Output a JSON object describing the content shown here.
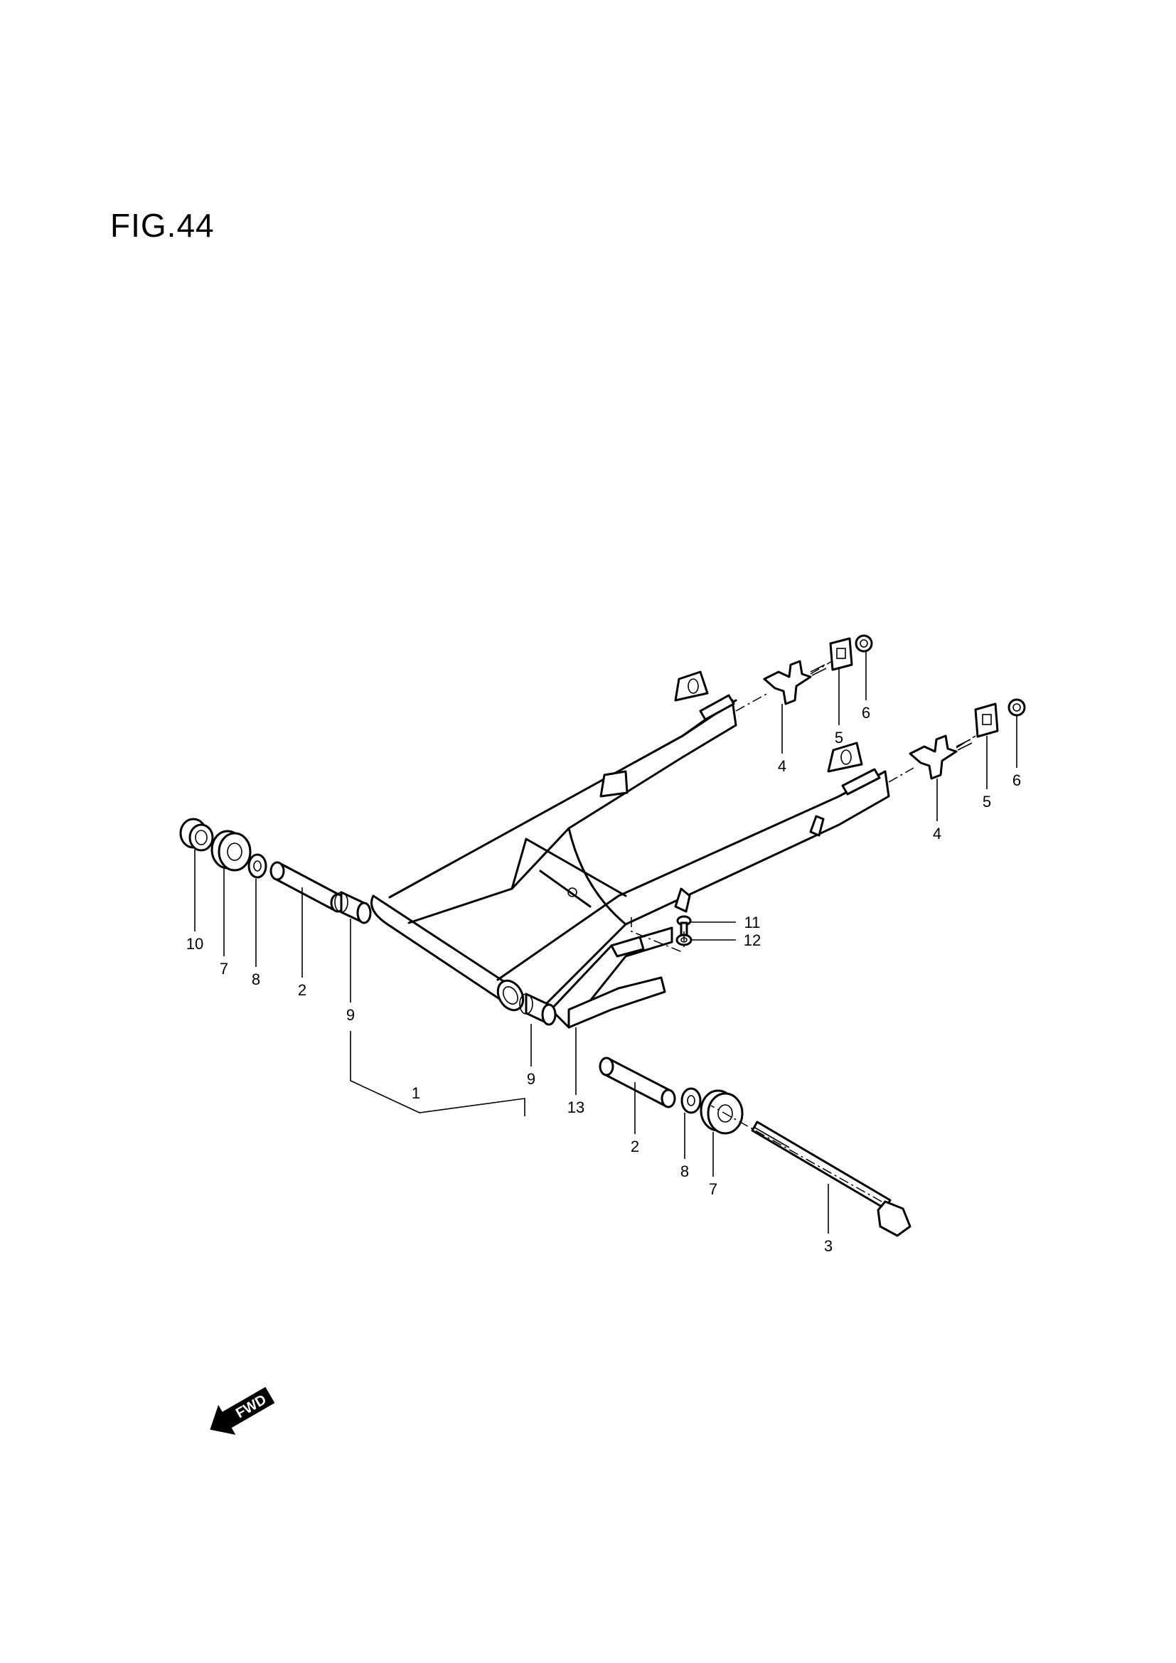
{
  "figure": {
    "title": "FIG.44"
  },
  "callouts": [
    {
      "id": "c10",
      "text": "10"
    },
    {
      "id": "c7a",
      "text": "7"
    },
    {
      "id": "c8a",
      "text": "8"
    },
    {
      "id": "c2a",
      "text": "2"
    },
    {
      "id": "c9a",
      "text": "9"
    },
    {
      "id": "c9b",
      "text": "9"
    },
    {
      "id": "c1",
      "text": "1"
    },
    {
      "id": "c13",
      "text": "13"
    },
    {
      "id": "c2b",
      "text": "2"
    },
    {
      "id": "c8b",
      "text": "8"
    },
    {
      "id": "c7b",
      "text": "7"
    },
    {
      "id": "c3",
      "text": "3"
    },
    {
      "id": "c11",
      "text": "11"
    },
    {
      "id": "c12",
      "text": "12"
    },
    {
      "id": "c4a",
      "text": "4"
    },
    {
      "id": "c5a",
      "text": "5"
    },
    {
      "id": "c6a",
      "text": "6"
    },
    {
      "id": "c4b",
      "text": "4"
    },
    {
      "id": "c5b",
      "text": "5"
    },
    {
      "id": "c6b",
      "text": "6"
    }
  ],
  "direction_marker": {
    "text": "FWD"
  }
}
